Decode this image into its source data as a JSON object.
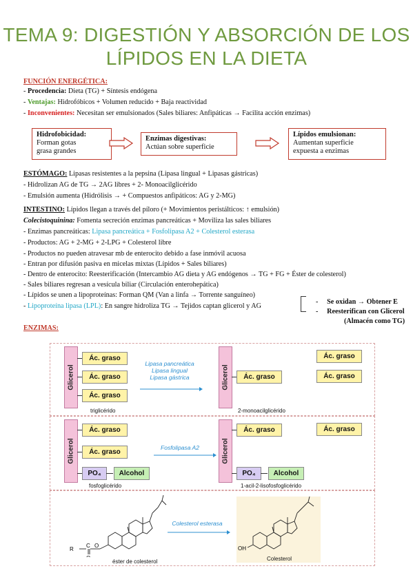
{
  "title": {
    "line1": "TEMA 9: DIGESTIÓN Y ABSORCIÓN DE LOS",
    "line2": "LÍPIDOS EN LA DIETA"
  },
  "funcion": {
    "heading": "FUNCIÓN ENERGÉTICA:",
    "procedencia_label": "Procedencia:",
    "procedencia_text": " Dieta (TG) + Síntesis endógena",
    "ventajas_label": "Ventajas:",
    "ventajas_text": " Hidrofóbicos + Volumen reducido + Baja reactividad",
    "inconv_label": "Inconvenientes:",
    "inconv_text": " Necesitan ser emulsionados (Sales biliares: Anfipáticas → Facilita acción enzimas)"
  },
  "flow": {
    "box1_title": "Hidrofobicidad:",
    "box1_l1": "Forman gotas",
    "box1_l2": "grasa grandes",
    "box2_title": "Enzimas digestivas:",
    "box2_l1": "Actúan sobre superficie",
    "box3_title": "Lípidos emulsionan:",
    "box3_l1": "Aumentan superficie",
    "box3_l2": "expuesta a enzimas"
  },
  "estomago": {
    "label": "ESTÓMAGO:",
    "l1": " Lipasas resistentes a la pepsina (Lipasa lingual + Lipasas gástricas)",
    "l2": "- Hidrolizan AG de TG → 2AG libres + 2- Monoacilglicérido",
    "l3": "- Emulsión aumenta (Hidrólisis → + Compuestos anfipáticos: AG y 2-MG)"
  },
  "intestino": {
    "label": "INTESTINO:",
    "l1": " Lípidos llegan a través del píloro (+ Movimientos peristálticos: ↑ emulsión)",
    "cck": "Colecistoquinina:",
    "l2": " Fomenta secreción enzimas pancreáticas + Moviliza las sales biliares",
    "l3a": "- Enzimas pancreáticas: ",
    "l3b": "Lipasa pancreática + Fosfolipasa A2 + Colesterol esterasa",
    "l4": "- Productos: AG + 2-MG + 2-LPG + Colesterol libre",
    "l5": "- Productos no pueden atravesar mb de enterocito debido a fase inmóvil acuosa",
    "l6": "- Entran por difusión pasiva en micelas mixtas (Lípidos + Sales biliares)",
    "l7": "- Dentro de enterocito: Reesterificación (Intercambio AG dieta y AG endógenos → TG + FG + Éster de colesterol)",
    "l8": "- Sales biliares regresan a vesícula biliar (Circulación enterohepática)",
    "l9": "- Lípidos se unen a lipoproteínas: Forman QM (Van a linfa → Torrente sanguíneo)",
    "l10a": "- ",
    "l10b": "Lipoproteína lipasa (LPL)",
    "l10c": ": En sangre hidroliza TG → Tejidos captan glicerol y AG",
    "side1": "Se oxidan → Obtener E",
    "side2": "Reesterifican con Glicerol",
    "side3": "(Almacén como TG)"
  },
  "enzimas": {
    "heading": "ENZIMAS:",
    "glicerol": "Glicerol",
    "ag": "Ác. graso",
    "po4": "PO₄",
    "alcohol": "Alcohol",
    "trig": "triglicérido",
    "mono": "2-monoacilglicérido",
    "enz1_l1": "Lipasa pancreática",
    "enz1_l2": "Lipasa lingual",
    "enz1_l3": "Lipasa gástrica",
    "fosfo": "fosfoglicérido",
    "lisofosfo": "1-acil-2-lisofosfoglicérido",
    "enz2": "Fosfolipasa A2",
    "ester": "éster de colesterol",
    "colesterol": "Colesterol",
    "enz3": "Colesterol esterasa",
    "r_label": "R",
    "c_label": "C",
    "o_label": "O",
    "ho_label": "OH"
  }
}
